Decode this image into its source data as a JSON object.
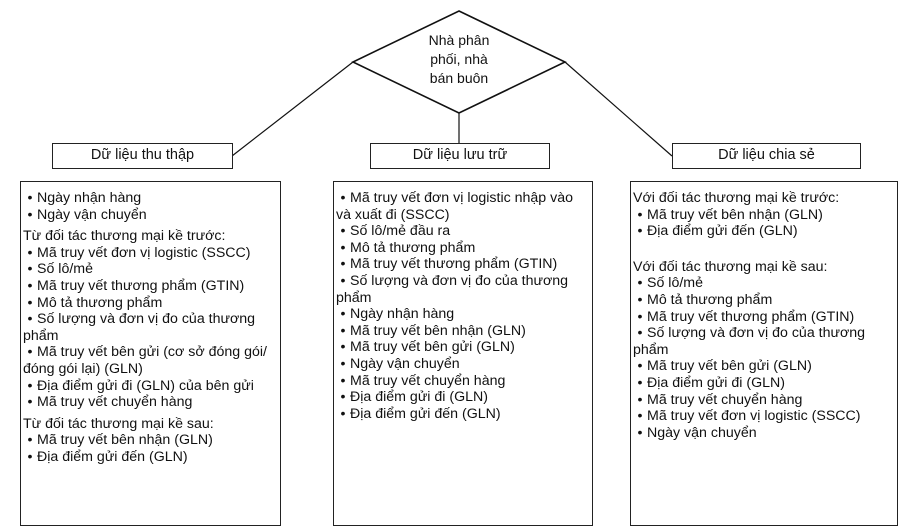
{
  "diagram": {
    "center_node": {
      "lines": [
        "Nhà phân",
        "phối, nhà",
        "bán buôn"
      ]
    },
    "branches": [
      {
        "label": "Dữ liệu thu thập",
        "sections": [
          {
            "heading": "",
            "items": [
              "Ngày nhận hàng",
              "Ngày vận chuyển"
            ]
          },
          {
            "heading": "Từ đối tác thương mại kề trước:",
            "items": [
              "Mã truy vết đơn vị logistic (SSCC)",
              "Số lô/mẻ",
              "Mã truy vết thương phẩm (GTIN)",
              "Mô tả thương phẩm",
              "Số lượng và đơn vị đo của thương phẩm",
              "Mã truy vết bên gửi (cơ sở đóng gói/đóng gói lại) (GLN)",
              "Địa điểm gửi đi (GLN) của bên gửi",
              "Mã truy vết chuyển hàng"
            ]
          },
          {
            "heading": "Từ đối tác thương mại kề sau:",
            "items": [
              "Mã truy vết bên nhận (GLN)",
              "Địa điểm gửi đến (GLN)"
            ]
          }
        ]
      },
      {
        "label": "Dữ liệu lưu trữ",
        "sections": [
          {
            "heading": "",
            "items": [
              "Mã truy vết đơn vị logistic nhập vào và xuất đi (SSCC)",
              "Số lô/mẻ đầu ra",
              "Mô tả thương phẩm",
              "Mã truy vết thương phẩm (GTIN)",
              "Số lượng và đơn vị đo của thương phẩm",
              "Ngày nhận hàng",
              "Mã truy vết bên nhận (GLN)",
              "Mã truy vết bên gửi (GLN)",
              "Ngày vận chuyển",
              "Mã truy vết chuyển hàng",
              "Địa điểm gửi đi (GLN)",
              "Địa điểm gửi đến (GLN)"
            ]
          }
        ]
      },
      {
        "label": "Dữ liệu chia sẻ",
        "sections": [
          {
            "heading": "Với đối tác thương mại kề trước:",
            "items": [
              "Mã truy vết bên nhận (GLN)",
              "Địa điểm gửi đến (GLN)"
            ]
          },
          {
            "heading": "Với đối tác thương mại kề sau:",
            "items": [
              "Số lô/mẻ",
              "Mô tả thương phẩm",
              "Mã truy vết thương phẩm (GTIN)",
              "Số lượng và đơn vị đo của thương phẩm",
              "Mã truy vết bên gửi (GLN)",
              "Địa điểm gửi đi (GLN)",
              "Mã truy vết chuyển hàng",
              "Mã truy vết đơn vị logistic (SSCC)",
              "Ngày vận chuyển"
            ]
          }
        ]
      }
    ],
    "bullet_glyph": "•"
  }
}
